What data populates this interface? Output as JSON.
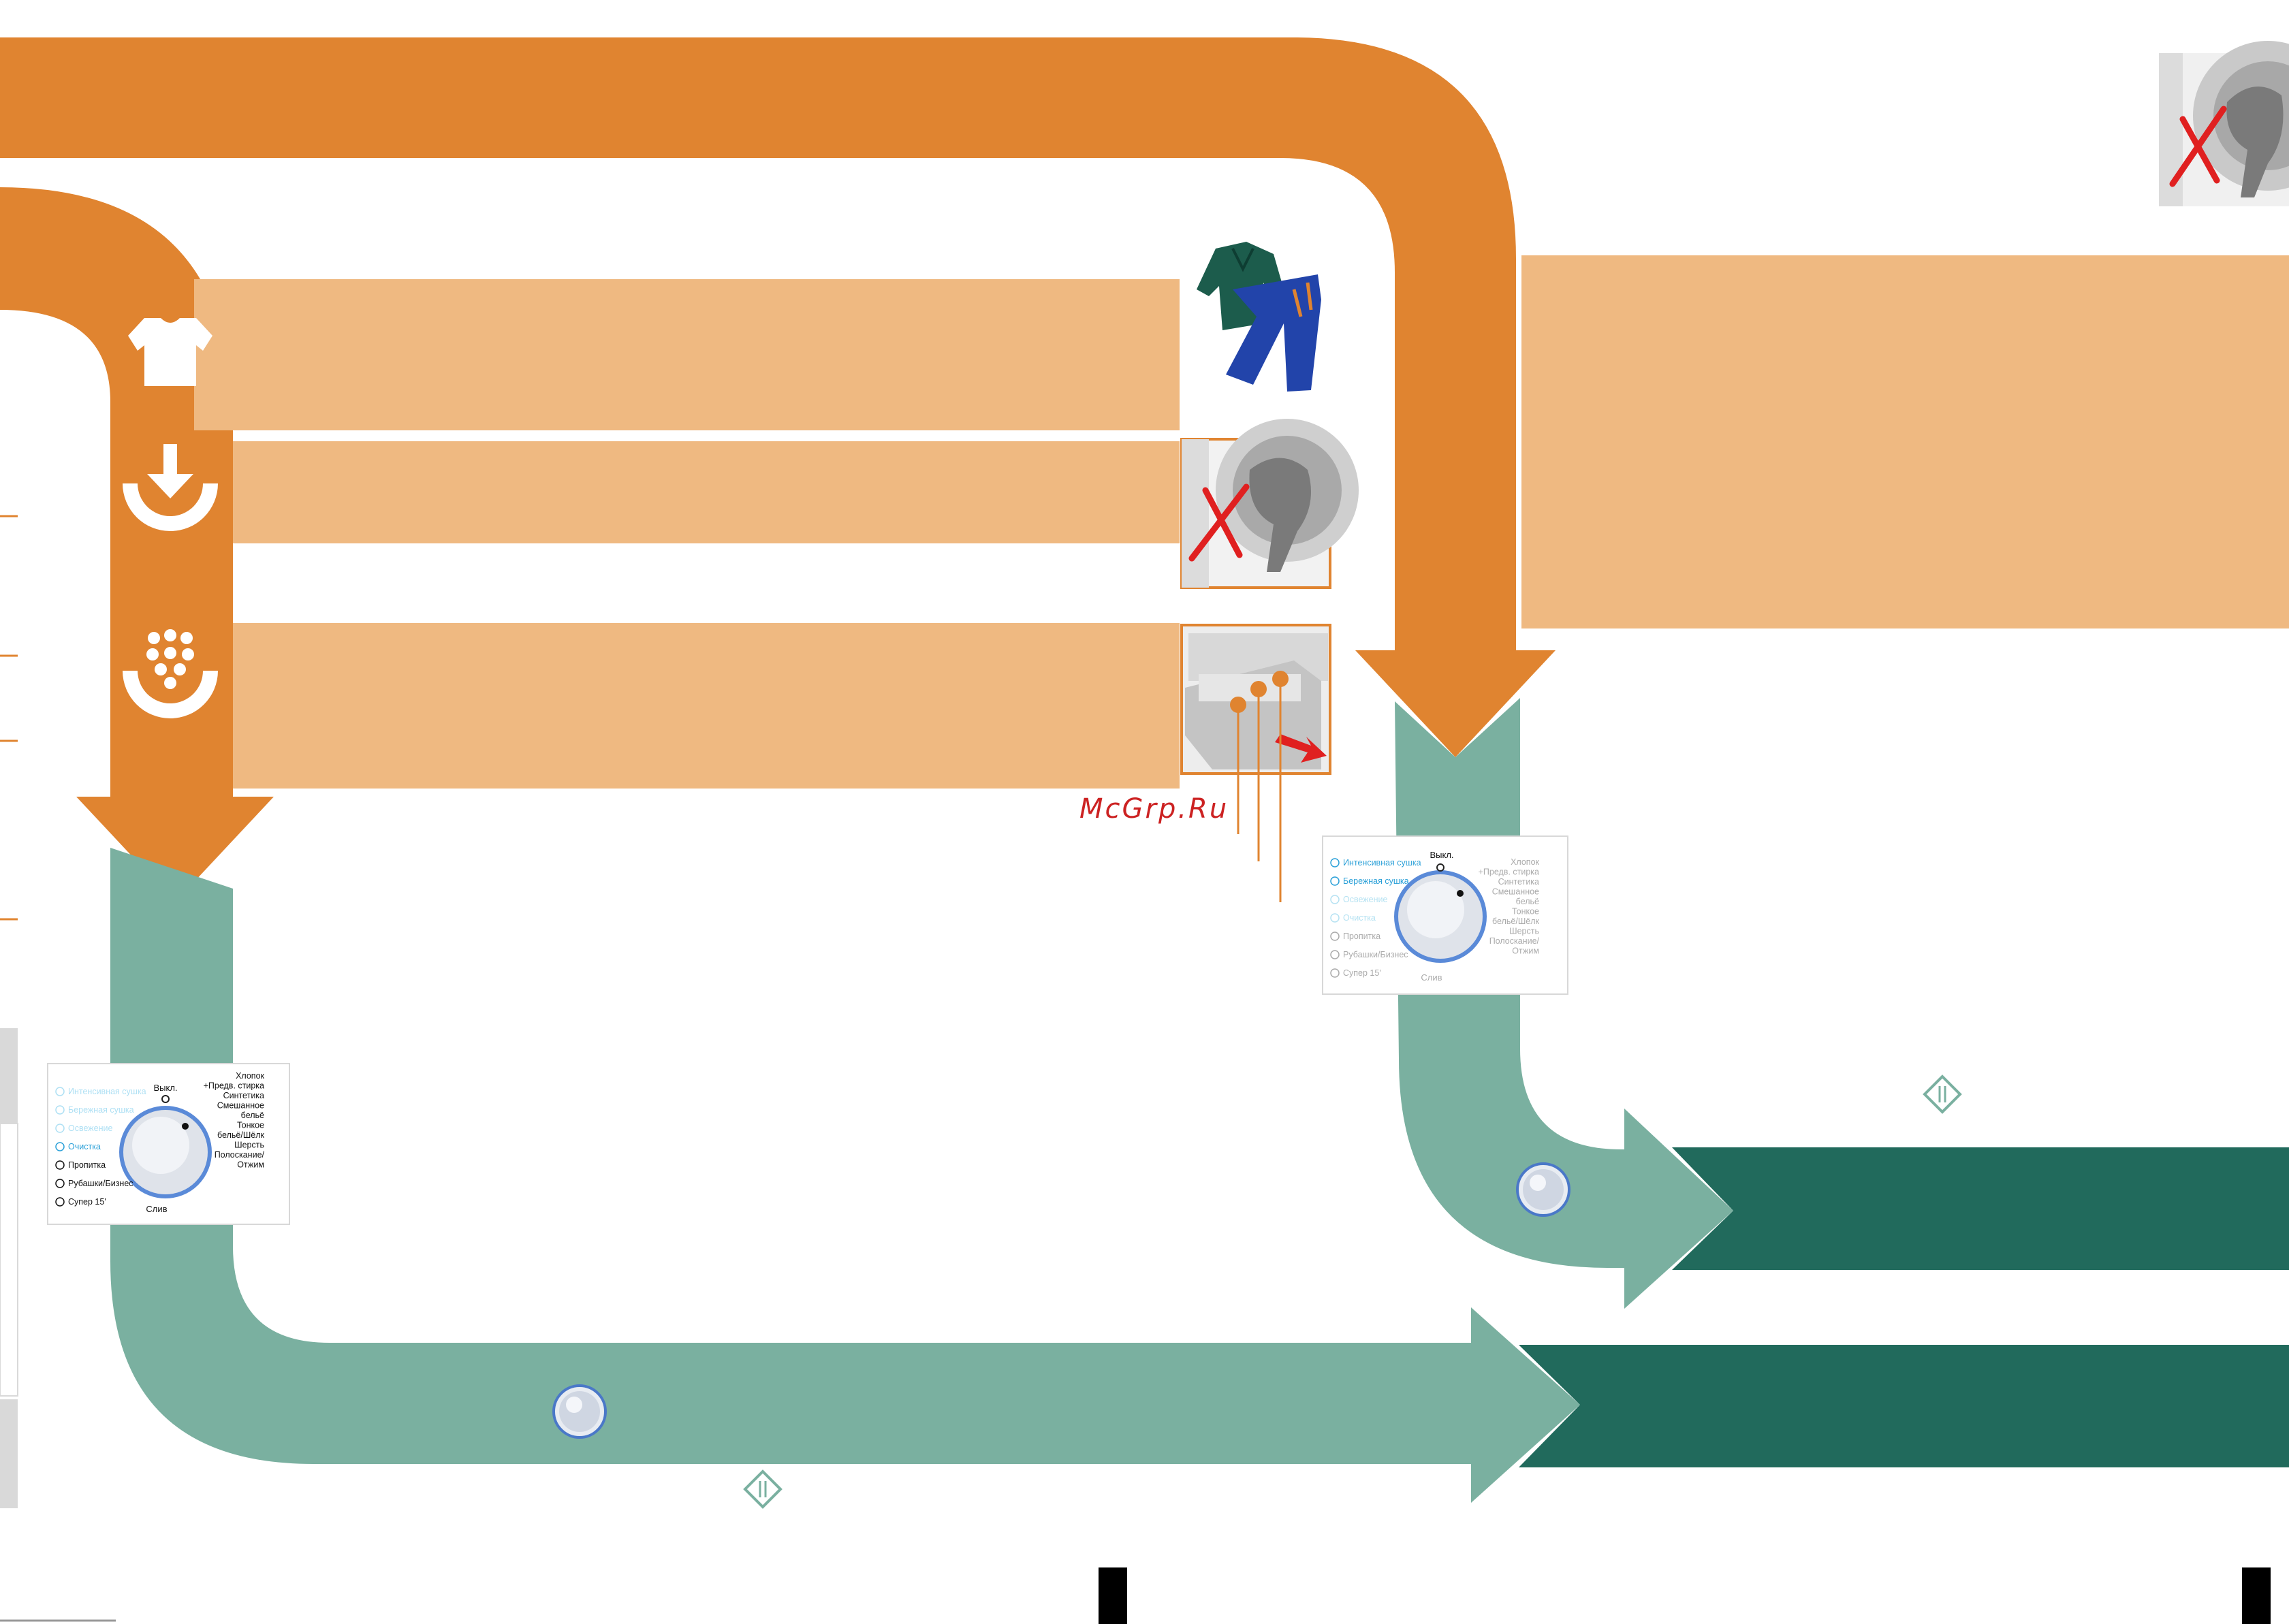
{
  "watermark": "McGrp.Ru",
  "colors": {
    "orange": "#e08430",
    "light_orange": "#efb981",
    "teal": "#7ab0a0",
    "dark_teal": "#216a5c",
    "red": "#e02020"
  },
  "icons": [
    "tshirt-icon",
    "load-drum-icon",
    "detergent-icon",
    "clothes-icon",
    "drum-cross-icon",
    "drawer-icon",
    "knob-icon",
    "start-pause-icon"
  ],
  "dial_left": {
    "top_label": "Выкл.",
    "bottom_label": "Слив",
    "left_items": [
      "Интенсивная сушка",
      "Бережная сушка",
      "Освежение",
      "Очистка",
      "Пропитка",
      "Рубашки/Бизнес",
      "Супер 15'"
    ],
    "right_items": [
      "Хлопок",
      "+Предв. стирка",
      "Синтетика",
      "Смешанное",
      "бельё",
      "Тонкое",
      "бельё/Шёлк",
      "Шерсть",
      "Полоскание/",
      "Отжим"
    ]
  },
  "dial_right": {
    "top_label": "Выкл.",
    "bottom_label": "Слив",
    "left_items": [
      "Интенсивная сушка",
      "Бережная сушка",
      "Освежение",
      "Очистка",
      "Пропитка",
      "Рубашки/Бизнес",
      "Супер 15'"
    ],
    "right_items": [
      "Хлопок",
      "+Предв. стирка",
      "Синтетика",
      "Смешанное",
      "бельё",
      "Тонкое",
      "бельё/Шёлк",
      "Шерсть",
      "Полоскание/",
      "Отжим"
    ]
  }
}
